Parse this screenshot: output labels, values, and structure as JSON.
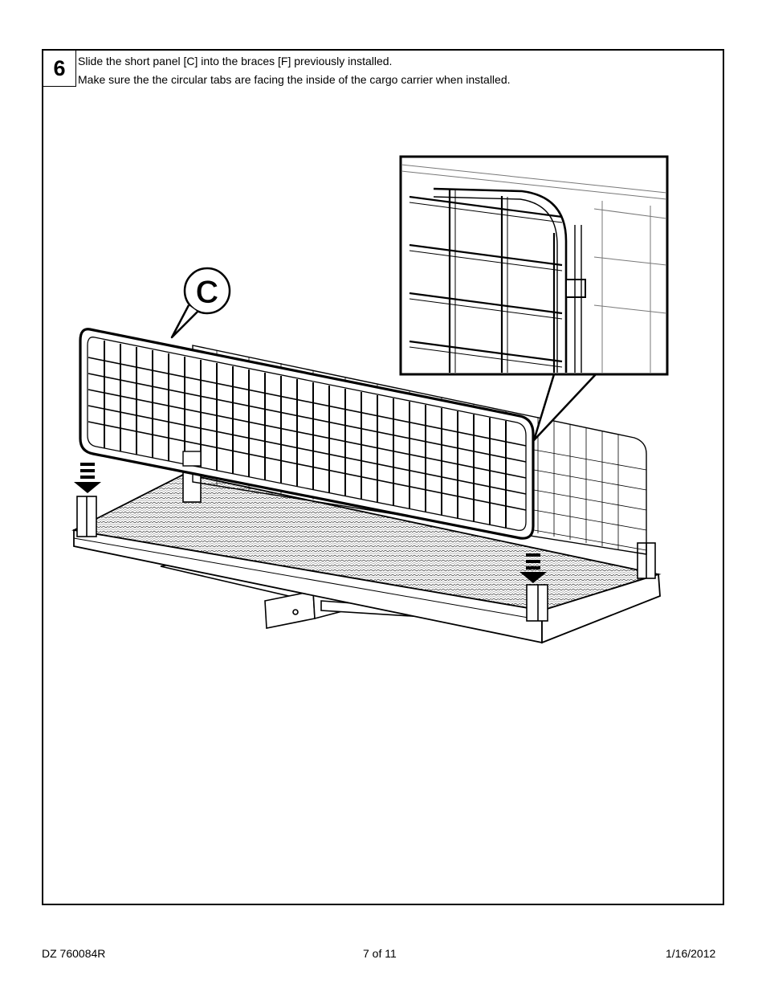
{
  "step": {
    "number": "6",
    "lines": [
      "Slide the short panel [C] into the braces [F] previously installed.",
      "Make sure the the circular tabs are facing the inside of the cargo carrier when installed."
    ]
  },
  "illustration": {
    "callout_label": "C",
    "icons": [
      "down-arrow-icon",
      "down-arrow-icon"
    ]
  },
  "footer": {
    "doc_id": "DZ 760084R",
    "page": "7 of 11",
    "date": "1/16/2012"
  }
}
